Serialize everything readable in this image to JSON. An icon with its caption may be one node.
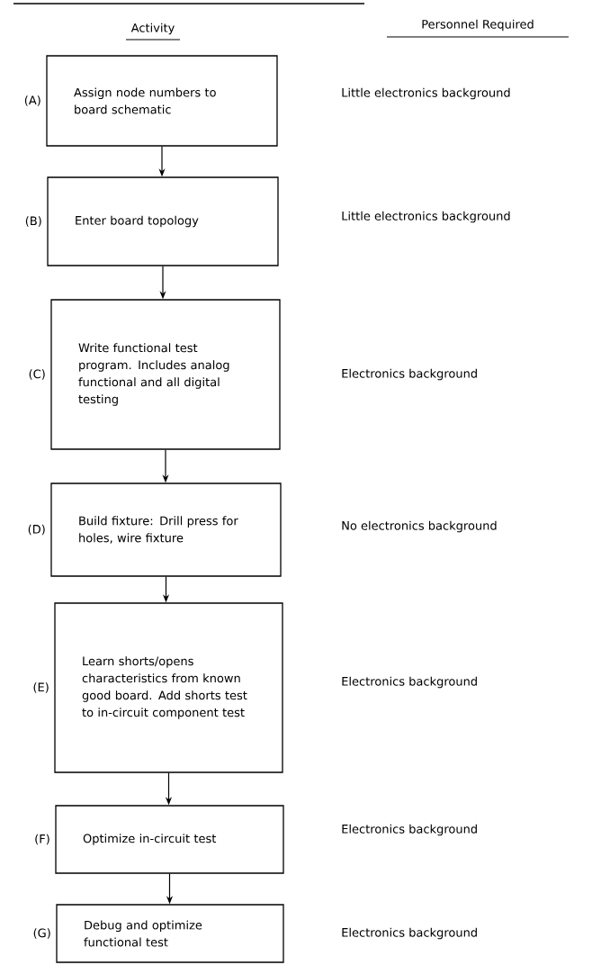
{
  "diagram": {
    "nodes": [
      {
        "text": [
          "Assign node numbers to board schematic"
        ],
        "beside": [
          "(A)"
        ]
      },
      {
        "text": [
          "Enter board topology"
        ],
        "beside": [
          "(B)"
        ]
      },
      {
        "text": [
          "Write functional test program. Includes analog functional and all digital testing"
        ],
        "beside": [
          "(C)"
        ]
      },
      {
        "text": [
          "Build fixture: Drill press for holes, wire fixture"
        ],
        "beside": [
          "(D)"
        ]
      },
      {
        "text": [
          "Learn shorts/opens characteristics from known good board. Add shorts test to in-circuit component test"
        ],
        "beside": [
          "(E)"
        ]
      },
      {
        "text": [
          "Optimize in-circuit test"
        ],
        "beside": [
          "(F)"
        ]
      },
      {
        "text": [
          "Debug and optimize functional test"
        ],
        "beside": [
          "(G)"
        ]
      }
    ],
    "edges": [
      {
        "from": 0,
        "to": 1,
        "arrow": "to"
      },
      {
        "from": 1,
        "to": 2,
        "arrow": "to"
      },
      {
        "from": 2,
        "to": 3,
        "arrow": "to"
      },
      {
        "from": 3,
        "to": 4,
        "arrow": "to"
      },
      {
        "from": 4,
        "to": 5,
        "arrow": "to"
      },
      {
        "from": 5,
        "to": 6,
        "arrow": "to"
      }
    ],
    "labels": [
      "Activity",
      "Personnel Required",
      "Little electronics background",
      "Little electronics background",
      "Electronics background",
      "No electronics background",
      "Electronics background",
      "Electronics background",
      "Electronics background"
    ]
  }
}
